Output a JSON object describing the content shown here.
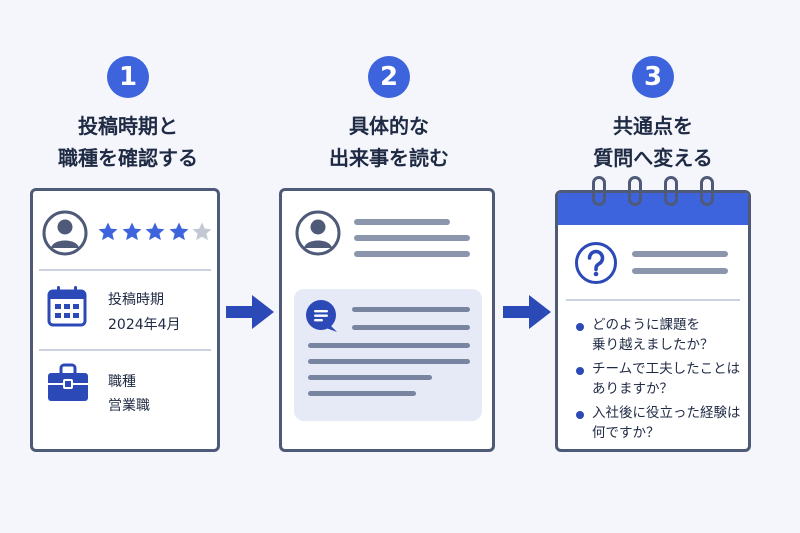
{
  "steps": [
    {
      "number": "1",
      "title_line1": "投稿時期と",
      "title_line2": "職種を確認する"
    },
    {
      "number": "2",
      "title_line1": "具体的な",
      "title_line2": "出来事を読む"
    },
    {
      "number": "3",
      "title_line1": "共通点を",
      "title_line2": "質問へ変える"
    }
  ],
  "card1": {
    "rating": 4,
    "rating_max": 5,
    "period_label": "投稿時期",
    "period_value": "2024年4月",
    "job_label": "職種",
    "job_value": "営業職"
  },
  "card3": {
    "questions": [
      {
        "line1": "どのように課題を",
        "line2": "乗り越えましたか？"
      },
      {
        "line1": "チームで工夫したことは",
        "line2": "ありますか？"
      },
      {
        "line1": "入社後に役立った経験は",
        "line2": "何ですか？"
      }
    ]
  },
  "icons": {
    "avatar": "avatar-icon",
    "star": "star-icon",
    "calendar": "calendar-icon",
    "briefcase": "briefcase-icon",
    "chat": "chat-icon",
    "question": "question-icon",
    "arrow": "arrow-right-icon"
  },
  "colors": {
    "accent": "#3d63dd",
    "dark_blue": "#2c49b8",
    "border": "#4e5a78",
    "bubble_bg": "#e6eaf7",
    "star_empty": "#c3c8d4"
  }
}
